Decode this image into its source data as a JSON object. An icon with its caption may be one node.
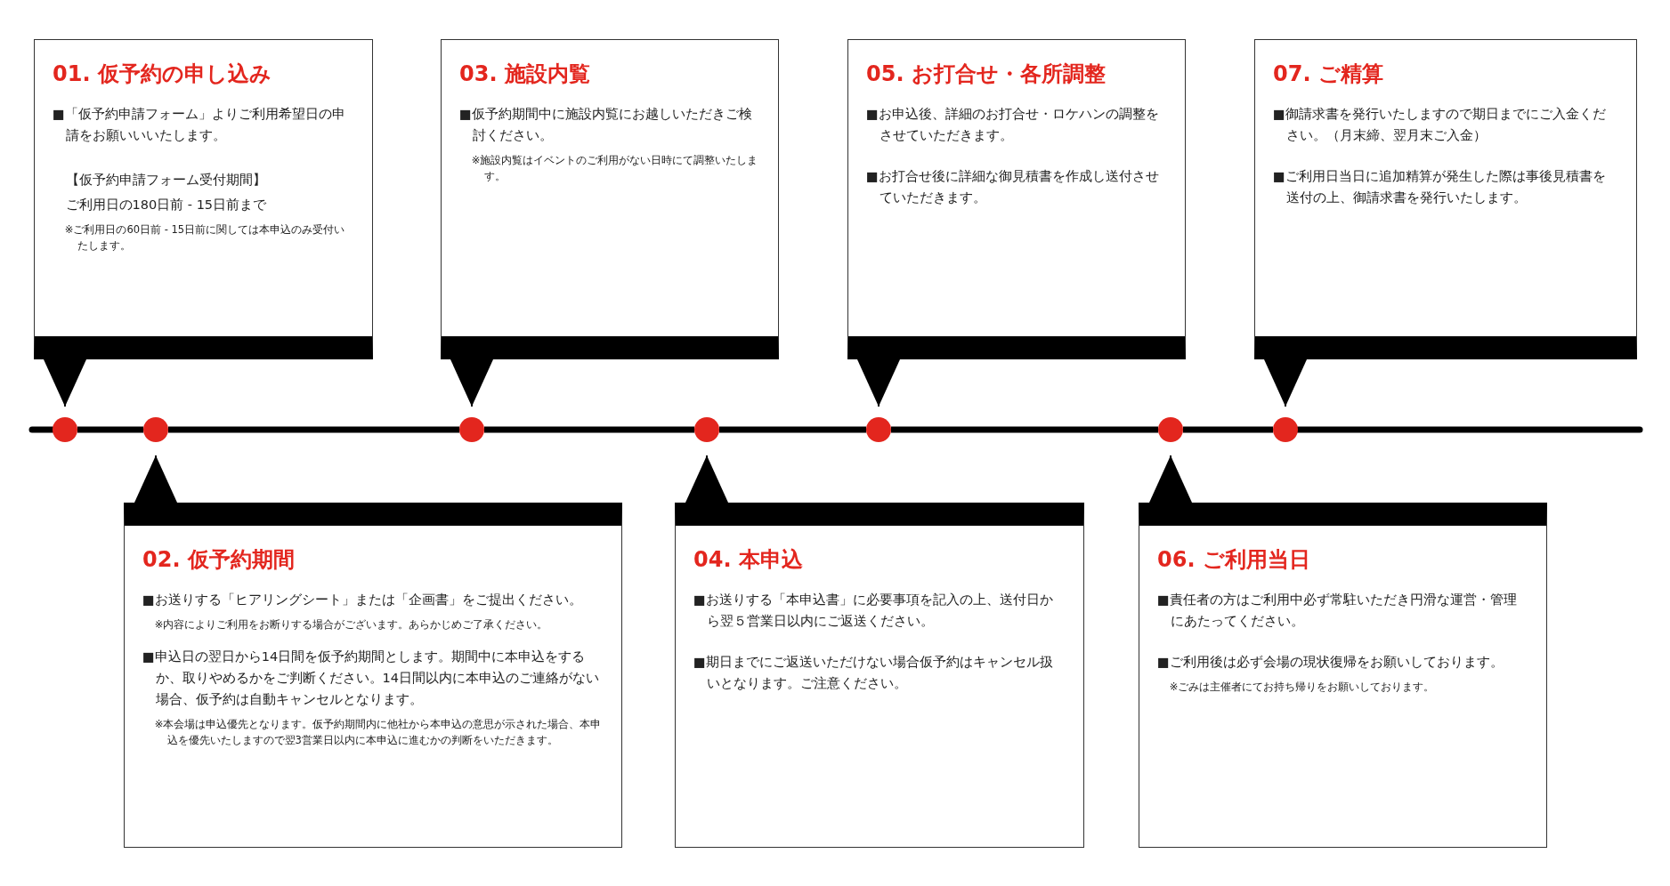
{
  "diagram": {
    "nodes": [
      {
        "text": [
          "01. 仮予約の申し込み",
          "■「仮予約申請フォーム」よりご利用希望日の申請をお願いいいたします。",
          "【仮予約申請フォーム受付期間】",
          "ご利用日の180日前 - 15日前まで",
          "※ご利用日の60日前 - 15日前に関しては本申込のみ受付いたします。"
        ]
      },
      {
        "text": [
          "02. 仮予約期間",
          "■お送りする「ヒアリングシート」または「企画書」をご提出ください。",
          "※内容によりご利用をお断りする場合がございます。あらかじめご了承ください。",
          "■申込日の翌日から14日間を仮予約期間とします。期間中に本申込をするか、取りやめるかをご判断ください。14日間以内に本申込のご連絡がない場合、仮予約は自動キャンセルとなります。",
          "※本会場は申込優先となります。仮予約期間内に他社から本申込の意思が示された場合、本申込を優先いたしますので翌3営業日以内に本申込に進むかの判断をいただきます。"
        ]
      },
      {
        "text": [
          "03. 施設内覧",
          "■仮予約期間中に施設内覧にお越しいただきご検討ください。",
          "※施設内覧はイベントのご利用がない日時にて調整いたします。"
        ]
      },
      {
        "text": [
          "04. 本申込",
          "■お送りする「本申込書」に必要事項を記入の上、送付日から翌５営業日以内にご返送ください。",
          "■期日までにご返送いただけない場合仮予約はキャンセル扱いとなります。ご注意ください。"
        ]
      },
      {
        "text": [
          "05. お打合せ・各所調整",
          "■お申込後、詳細のお打合せ・ロケハンの調整をさせていただきます。",
          "■お打合せ後に詳細な御見積書を作成し送付させていただきます。"
        ]
      },
      {
        "text": [
          "06. ご利用当日",
          "■責任者の方はご利用中必ず常駐いただき円滑な運営・管理にあたってください。",
          "■ご利用後は必ず会場の現状復帰をお願いしております。",
          "※ごみは主催者にてお持ち帰りをお願いしております。"
        ]
      },
      {
        "text": [
          "07. ご精算",
          "■御請求書を発行いたしますので期日までにご入金ください。（月末締、翌月末ご入金）",
          "■ご利用日当日に追加精算が発生した際は事後見積書を送付の上、御請求書を発行いたします。"
        ]
      },
      {
        "text": [],
        "shape": "circle"
      },
      {
        "text": [],
        "shape": "circle"
      },
      {
        "text": [],
        "shape": "circle"
      },
      {
        "text": [],
        "shape": "circle"
      },
      {
        "text": [],
        "shape": "circle"
      },
      {
        "text": [],
        "shape": "circle"
      },
      {
        "text": [],
        "shape": "circle"
      }
    ],
    "edges": [
      {
        "from": null,
        "to": 7,
        "arrow": "none"
      },
      {
        "from": 7,
        "to": 8,
        "arrow": "none"
      },
      {
        "from": 8,
        "to": 9,
        "arrow": "none"
      },
      {
        "from": 9,
        "to": 10,
        "arrow": "none"
      },
      {
        "from": 10,
        "to": 11,
        "arrow": "none"
      },
      {
        "from": 11,
        "to": 12,
        "arrow": "none"
      },
      {
        "from": 12,
        "to": 13,
        "arrow": "none"
      },
      {
        "from": 13,
        "to": null,
        "arrow": "none"
      },
      {
        "from": 0,
        "to": 7,
        "arrow": "to"
      },
      {
        "from": 1,
        "to": 8,
        "arrow": "to"
      },
      {
        "from": 2,
        "to": 9,
        "arrow": "to"
      },
      {
        "from": 3,
        "to": 10,
        "arrow": "to"
      },
      {
        "from": 4,
        "to": 11,
        "arrow": "to"
      },
      {
        "from": 5,
        "to": 12,
        "arrow": "to"
      },
      {
        "from": 6,
        "to": 13,
        "arrow": "to"
      }
    ]
  }
}
